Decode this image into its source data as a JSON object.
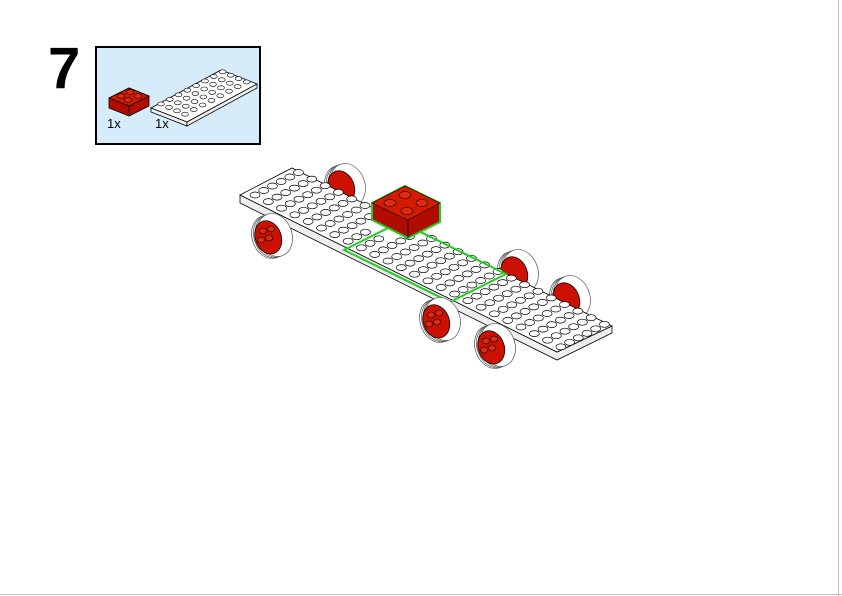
{
  "step": {
    "number": "7"
  },
  "parts_list": {
    "items": [
      {
        "name": "red-brick-2x2",
        "quantity": "1x",
        "color": "#cc1100"
      },
      {
        "name": "white-plate-4x8",
        "quantity": "1x",
        "color": "#ffffff"
      }
    ]
  },
  "colors": {
    "highlight": "#22cc22",
    "red": "#cc1100",
    "parts_bg": "#d6ecfb"
  }
}
